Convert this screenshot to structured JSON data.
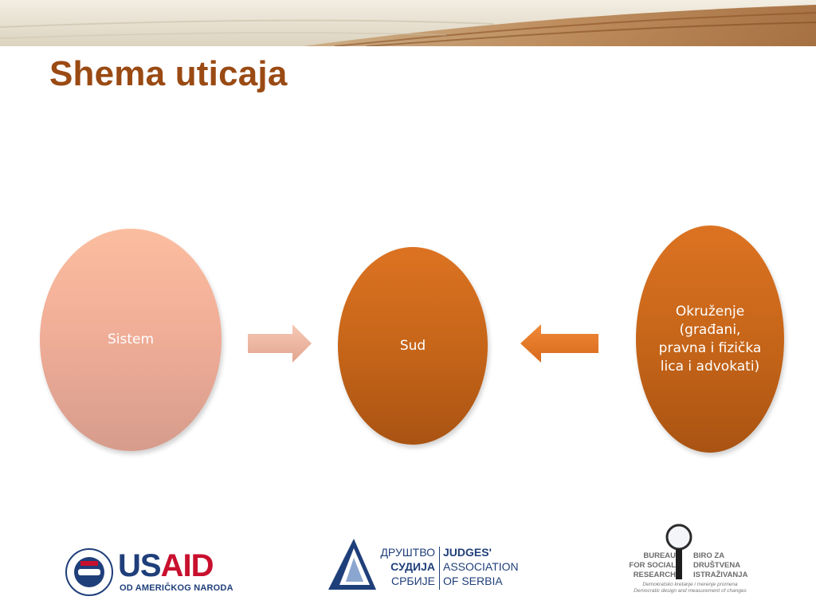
{
  "slide": {
    "title": "Shema uticaja"
  },
  "diagram": {
    "nodes": [
      {
        "id": "sistem",
        "label": "Sistem"
      },
      {
        "id": "sud",
        "label": "Sud"
      },
      {
        "id": "okruzenje",
        "label": "Okruženje (građani, pravna i fizička lica i advokati)"
      }
    ],
    "edges": [
      {
        "from": "sistem",
        "to": "sud"
      },
      {
        "from": "okruzenje",
        "to": "sud"
      }
    ],
    "colors": {
      "sistem": "#f1ae98",
      "sud": "#c46418",
      "okruzenje": "#c46418",
      "arrow_right": "#ebb6a2",
      "arrow_left": "#e67e2c"
    }
  },
  "logos": {
    "usaid": {
      "name": "USAID",
      "name_us": "US",
      "name_aid": "AID",
      "subtitle": "OD AMERIČKOG NARODA"
    },
    "judges": {
      "cyrillic": [
        "ДРУШТВО",
        "СУДИЈА",
        "СРБИЈЕ"
      ],
      "latin": [
        "JUDGES'",
        "ASSOCIATION",
        "OF SERBIA"
      ]
    },
    "bureau": {
      "left": [
        "BUREAU",
        "FOR SOCIAL",
        "RESEARCH"
      ],
      "right": [
        "BIRO ZA",
        "DRUŠTVENA",
        "ISTRAŽIVANJA"
      ],
      "tagline_1": "Demokratsko kretanje i merenje promena",
      "tagline_2": "Democratic design and measurement of changes"
    }
  }
}
